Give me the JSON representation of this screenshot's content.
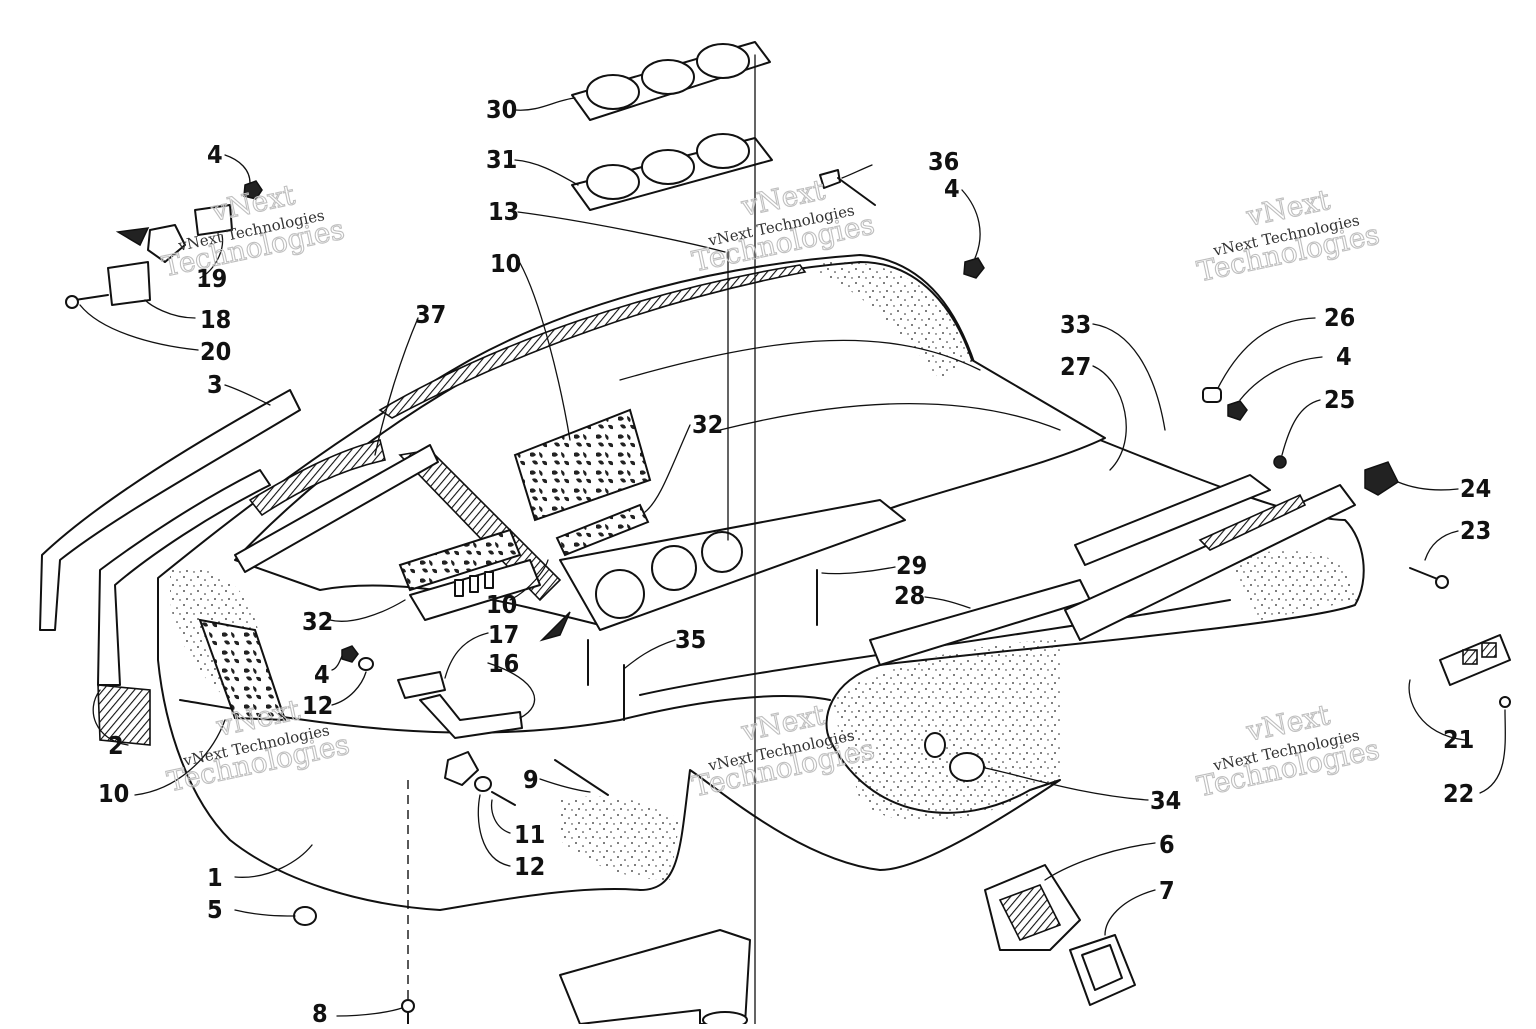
{
  "diagram": {
    "callouts": [
      {
        "id": "c1",
        "label": "1"
      },
      {
        "id": "c2",
        "label": "2"
      },
      {
        "id": "c3",
        "label": "3"
      },
      {
        "id": "c4a",
        "label": "4"
      },
      {
        "id": "c4b",
        "label": "4"
      },
      {
        "id": "c4c",
        "label": "4"
      },
      {
        "id": "c4d",
        "label": "4"
      },
      {
        "id": "c5",
        "label": "5"
      },
      {
        "id": "c6",
        "label": "6"
      },
      {
        "id": "c7",
        "label": "7"
      },
      {
        "id": "c8",
        "label": "8"
      },
      {
        "id": "c9",
        "label": "9"
      },
      {
        "id": "c10a",
        "label": "10"
      },
      {
        "id": "c10b",
        "label": "10"
      },
      {
        "id": "c10c",
        "label": "10"
      },
      {
        "id": "c11",
        "label": "11"
      },
      {
        "id": "c12a",
        "label": "12"
      },
      {
        "id": "c12b",
        "label": "12"
      },
      {
        "id": "c13",
        "label": "13"
      },
      {
        "id": "c16",
        "label": "16"
      },
      {
        "id": "c17",
        "label": "17"
      },
      {
        "id": "c18",
        "label": "18"
      },
      {
        "id": "c19",
        "label": "19"
      },
      {
        "id": "c20",
        "label": "20"
      },
      {
        "id": "c21",
        "label": "21"
      },
      {
        "id": "c22",
        "label": "22"
      },
      {
        "id": "c23",
        "label": "23"
      },
      {
        "id": "c24",
        "label": "24"
      },
      {
        "id": "c25",
        "label": "25"
      },
      {
        "id": "c26",
        "label": "26"
      },
      {
        "id": "c27",
        "label": "27"
      },
      {
        "id": "c28",
        "label": "28"
      },
      {
        "id": "c29",
        "label": "29"
      },
      {
        "id": "c30",
        "label": "30"
      },
      {
        "id": "c31",
        "label": "31"
      },
      {
        "id": "c32a",
        "label": "32"
      },
      {
        "id": "c32b",
        "label": "32"
      },
      {
        "id": "c33",
        "label": "33"
      },
      {
        "id": "c34",
        "label": "34"
      },
      {
        "id": "c35",
        "label": "35"
      },
      {
        "id": "c36",
        "label": "36"
      },
      {
        "id": "c37",
        "label": "37"
      }
    ],
    "watermark": {
      "line1": "vNext Technologies",
      "line2": "Technologies",
      "line3": "vNext"
    }
  }
}
